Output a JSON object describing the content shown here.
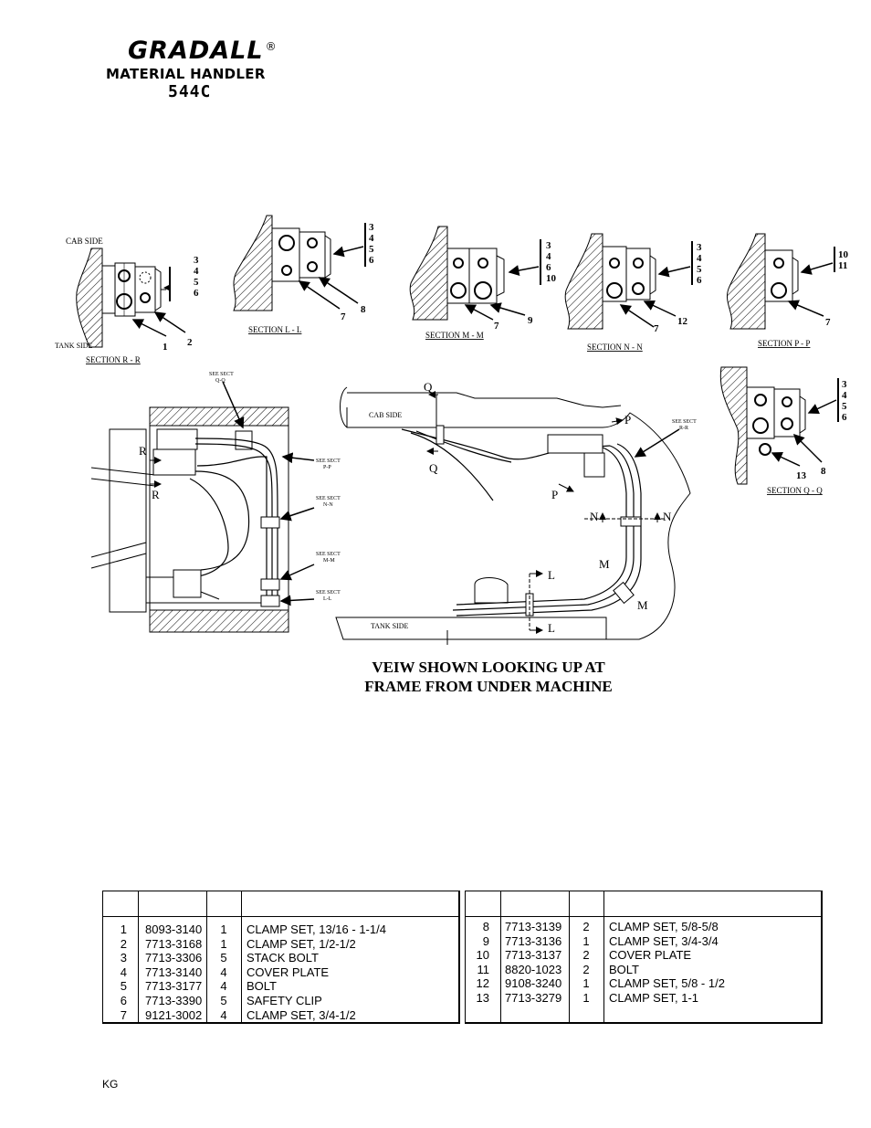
{
  "header": {
    "brand": "GRADALL",
    "registered": "®",
    "subtitle": "MATERIAL HANDLER",
    "model": "544C"
  },
  "labels": {
    "cab_side": "CAB SIDE",
    "tank_side": "TANK SIDE",
    "section_rr": "SECTION  R - R",
    "section_ll": "SECTION  L - L",
    "section_mm": "SECTION  M - M",
    "section_nn": "SECTION  N - N",
    "section_pp": "SECTION  P - P",
    "section_qq": "SECTION  Q - Q",
    "see_sect": "SEE SECT",
    "sect_qq": "Q-Q",
    "sect_pp": "P-P",
    "sect_nn": "N-N",
    "sect_mm": "M-M",
    "sect_ll": "L-L",
    "sect_rr": "R-R",
    "letter_q": "Q",
    "letter_p": "P",
    "letter_r": "R",
    "letter_n": "N",
    "letter_m": "M",
    "letter_l": "L",
    "callouts": {
      "c1": "1",
      "c2": "2",
      "c7": "7",
      "c8": "8",
      "c9": "9",
      "c12": "12",
      "c13": "13"
    },
    "stacks": {
      "s3456": [
        "3",
        "4",
        "5",
        "6"
      ],
      "s34610": [
        "3",
        "4",
        "6",
        "10"
      ],
      "s1011": [
        "10",
        "11"
      ]
    }
  },
  "caption": {
    "line1": "VEIW SHOWN LOOKING UP AT",
    "line2": "FRAME FROM UNDER MACHINE"
  },
  "parts_left": [
    {
      "item": "1",
      "part": "8093-3140",
      "qty": "1",
      "desc": "CLAMP SET, 13/16 - 1-1/4"
    },
    {
      "item": "2",
      "part": "7713-3168",
      "qty": "1",
      "desc": "CLAMP SET, 1/2-1/2"
    },
    {
      "item": "3",
      "part": "7713-3306",
      "qty": "5",
      "desc": "STACK BOLT"
    },
    {
      "item": "4",
      "part": "7713-3140",
      "qty": "4",
      "desc": "COVER PLATE"
    },
    {
      "item": "5",
      "part": "7713-3177",
      "qty": "4",
      "desc": "BOLT"
    },
    {
      "item": "6",
      "part": "7713-3390",
      "qty": "5",
      "desc": "SAFETY CLIP"
    },
    {
      "item": "7",
      "part": "9121-3002",
      "qty": "4",
      "desc": "CLAMP SET, 3/4-1/2"
    }
  ],
  "parts_right": [
    {
      "item": "8",
      "part": "7713-3139",
      "qty": "2",
      "desc": "CLAMP SET, 5/8-5/8"
    },
    {
      "item": "9",
      "part": "7713-3136",
      "qty": "1",
      "desc": "CLAMP SET, 3/4-3/4"
    },
    {
      "item": "10",
      "part": "7713-3137",
      "qty": "2",
      "desc": "COVER PLATE"
    },
    {
      "item": "11",
      "part": "8820-1023",
      "qty": "2",
      "desc": "BOLT"
    },
    {
      "item": "12",
      "part": "9108-3240",
      "qty": "1",
      "desc": "CLAMP SET, 5/8 - 1/2"
    },
    {
      "item": "13",
      "part": "7713-3279",
      "qty": "1",
      "desc": "CLAMP SET, 1-1"
    }
  ],
  "footer": {
    "code": "KG"
  }
}
